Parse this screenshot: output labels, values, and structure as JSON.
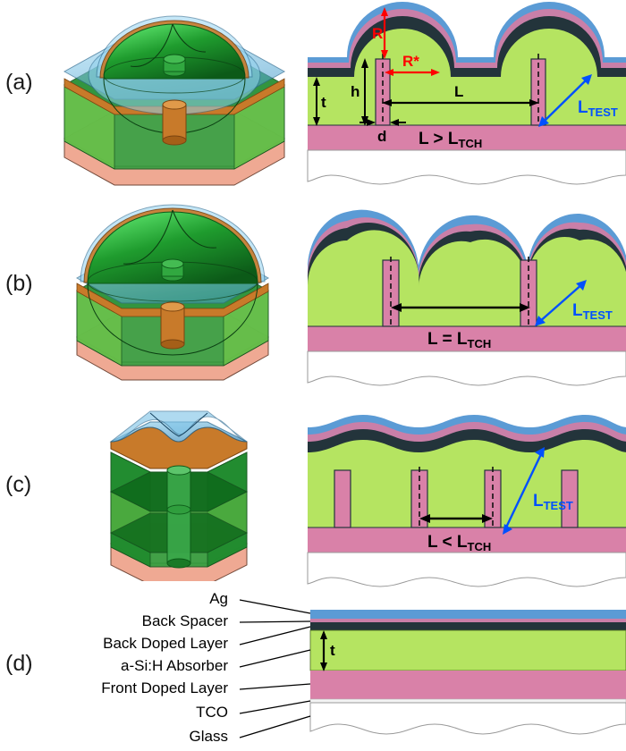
{
  "figure": {
    "panels": [
      {
        "id": "a",
        "label": "(a)",
        "condition": "L > L",
        "condition_sub": "TCH",
        "condition_full": "L > L_TCH",
        "dimension_labels": {
          "R": "R",
          "R_star": "R*",
          "t": "t",
          "h": "h",
          "d": "d",
          "L": "L",
          "L_TEST": "L",
          "L_TEST_sub": "TEST"
        }
      },
      {
        "id": "b",
        "label": "(b)",
        "condition": "L = L",
        "condition_sub": "TCH",
        "condition_full": "L = L_TCH",
        "dimension_labels": {
          "L_TEST": "L",
          "L_TEST_sub": "TEST"
        }
      },
      {
        "id": "c",
        "label": "(c)",
        "condition": "L < L",
        "condition_sub": "TCH",
        "condition_full": "L < L_TCH",
        "dimension_labels": {
          "L_TEST": "L",
          "L_TEST_sub": "TEST"
        }
      },
      {
        "id": "d",
        "label": "(d)",
        "condition": "",
        "dimension_labels": {
          "t": "t"
        }
      }
    ],
    "stack_labels": [
      "Ag",
      "Back Spacer",
      "Back Doped Layer",
      "a-Si:H Absorber",
      "Front Doped Layer",
      "TCO",
      "Glass"
    ],
    "colors": {
      "ag": "#5b9bd5",
      "back_spacer": "#c97fa8",
      "back_doped": "#23343b",
      "absorber": "#b5e461",
      "front_doped": "#d981a8",
      "tco": "#ffffff",
      "glass": "#ffffff",
      "outline": "#23343b",
      "red_dimension": "#ff0000",
      "blue_dimension": "#0050ff",
      "black_dimension": "#000000",
      "label_text": "#000000",
      "render_dome_green": "#1f9c2e",
      "render_absorber_green": "#6cc24a",
      "render_tco_orange": "#c87a2a",
      "render_glass_pink": "#efa58e",
      "render_top_blue": "#7fc4e8"
    }
  }
}
